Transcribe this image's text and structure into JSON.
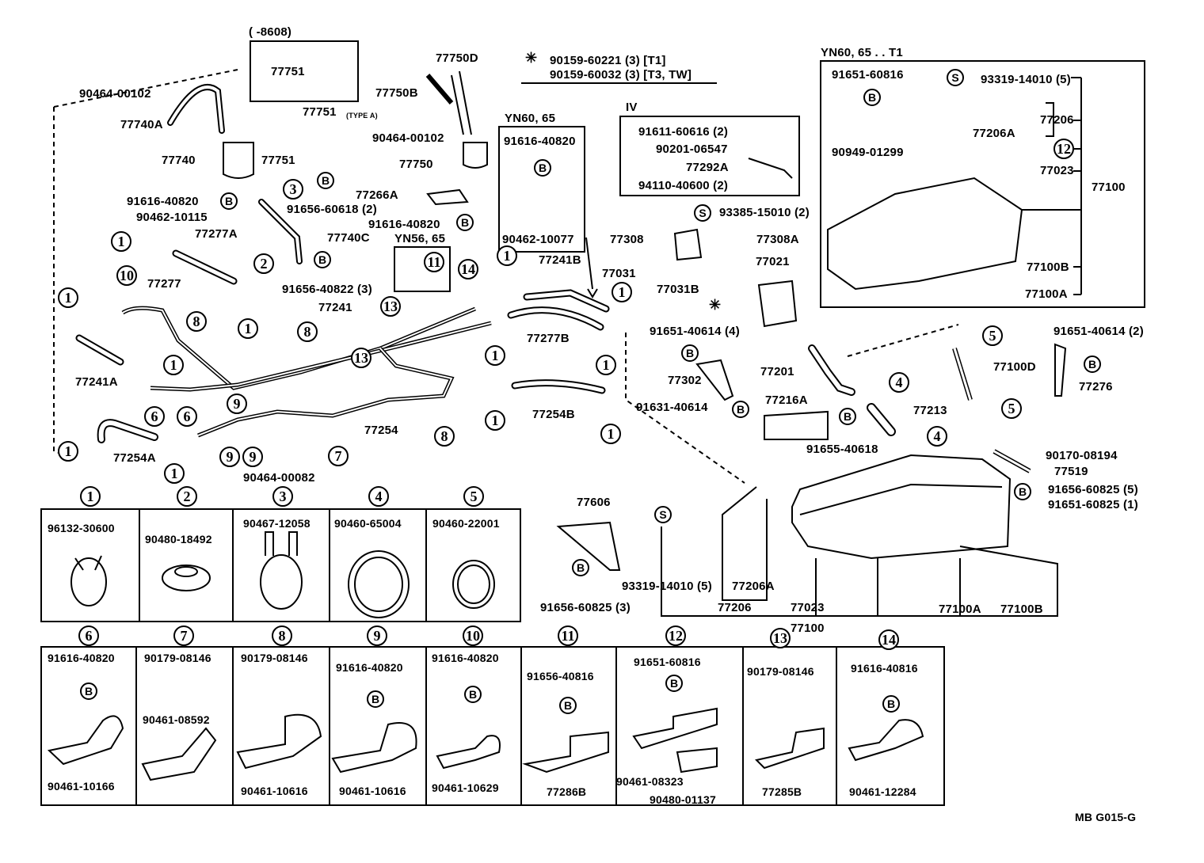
{
  "diagram": {
    "code": "MB G015-G",
    "notes": {
      "star_note_symbol": "✳",
      "star_note_line1": "90159-60221 (3) [T1]",
      "star_note_line2": "90159-60032 (3) [T3, TW]",
      "range_note": "(      -8608)",
      "inset_yn60_65": "YN60, 65",
      "inset_yn56_65": "YN56, 65",
      "inset_iv": "IV",
      "inset_tank_t1": "YN60, 65 . . T1"
    },
    "callouts": {
      "p77751_inset": "77751",
      "p77751_typeA": "77751",
      "typeA_suffix": "(TYPE A)",
      "p77751": "77751",
      "p90464_00102_a": "90464-00102",
      "p77740A": "77740A",
      "p77740": "77740",
      "p91616_40820_a": "91616-40820",
      "p90462_10115": "90462-10115",
      "p91656_60618": "91656-60618 (2)",
      "p77740C": "77740C",
      "p91656_40822": "91656-40822 (3)",
      "p77277A": "77277A",
      "p77277": "77277",
      "p77241": "77241",
      "p77241A": "77241A",
      "p77254A": "77254A",
      "p77254": "77254",
      "p90464_00082": "90464-00082",
      "p77750D": "77750D",
      "p77750B": "77750B",
      "p90464_00102_b": "90464-00102",
      "p77750": "77750",
      "p77266A": "77266A",
      "p91616_40820_b": "91616-40820",
      "p91616_40820_c": "91616-40820",
      "p90462_10077": "90462-10077",
      "p77241B": "77241B",
      "p77277B": "77277B",
      "p77254B": "77254B",
      "p91611_60616": "91611-60616 (2)",
      "p90201_06547": "90201-06547",
      "p77292A": "77292A",
      "p94110_40600": "94110-40600 (2)",
      "p93385_15010": "93385-15010 (2)",
      "p77308": "77308",
      "p77308A": "77308A",
      "p77031": "77031",
      "p77031B": "77031B",
      "p77021": "77021",
      "p91651_40614_4": "91651-40614 (4)",
      "p77302": "77302",
      "p91631_40614": "91631-40614",
      "p77216A": "77216A",
      "p77201": "77201",
      "p91655_40618": "91655-40618",
      "p77213": "77213",
      "p77100D": "77100D",
      "p91651_40614_2": "91651-40614 (2)",
      "p77276": "77276",
      "p90170_08194": "90170-08194",
      "p77519": "77519",
      "p91656_60825_5": "91656-60825 (5)",
      "p91651_60825_1": "91651-60825 (1)",
      "p77606": "77606",
      "p91656_60825_3": "91656-60825 (3)",
      "p93319_14010_main": "93319-14010 (5)",
      "p77206A_main": "77206A",
      "p77206_main": "77206",
      "p77023_main": "77023",
      "p77100_main": "77100",
      "p77100A_main": "77100A",
      "p77100B_main": "77100B",
      "t1_91651_60816": "91651-60816",
      "t1_93319_14010": "93319-14010 (5)",
      "t1_77206": "77206",
      "t1_77206A": "77206A",
      "t1_90949_01299": "90949-01299",
      "t1_77023": "77023",
      "t1_77100": "77100",
      "t1_77100B": "77100B",
      "t1_77100A": "77100A"
    },
    "symbols": {
      "bolt": "B",
      "screw": "S"
    },
    "legend_top": [
      {
        "num": "1",
        "part": "96132-30600"
      },
      {
        "num": "2",
        "part": "90480-18492"
      },
      {
        "num": "3",
        "part": "90467-12058"
      },
      {
        "num": "4",
        "part": "90460-65004"
      },
      {
        "num": "5",
        "part": "90460-22001"
      }
    ],
    "legend_bottom": [
      {
        "num": "6",
        "top": "91616-40820",
        "bottom": "90461-10166"
      },
      {
        "num": "7",
        "top": "90179-08146",
        "bottom": "90461-08592"
      },
      {
        "num": "8",
        "top": "90179-08146",
        "bottom": "90461-10616"
      },
      {
        "num": "9",
        "top": "91616-40820",
        "bottom": "90461-10616"
      },
      {
        "num": "10",
        "top": "91616-40820",
        "bottom": "90461-10629"
      },
      {
        "num": "11",
        "top": "91656-40816",
        "bottom": "77286B"
      },
      {
        "num": "12",
        "top": "91651-60816",
        "bottom": "90461-08323",
        "extra": "90480-01137"
      },
      {
        "num": "13",
        "top": "90179-08146",
        "bottom": "77285B"
      },
      {
        "num": "14",
        "top": "91616-40816",
        "bottom": "90461-12284"
      }
    ],
    "callout_numbers": {
      "n1": "1",
      "n2": "2",
      "n3": "3",
      "n4": "4",
      "n5": "5",
      "n6": "6",
      "n7": "7",
      "n8": "8",
      "n9": "9",
      "n10": "10",
      "n11": "11",
      "n12": "12",
      "n13": "13",
      "n14": "14"
    }
  }
}
